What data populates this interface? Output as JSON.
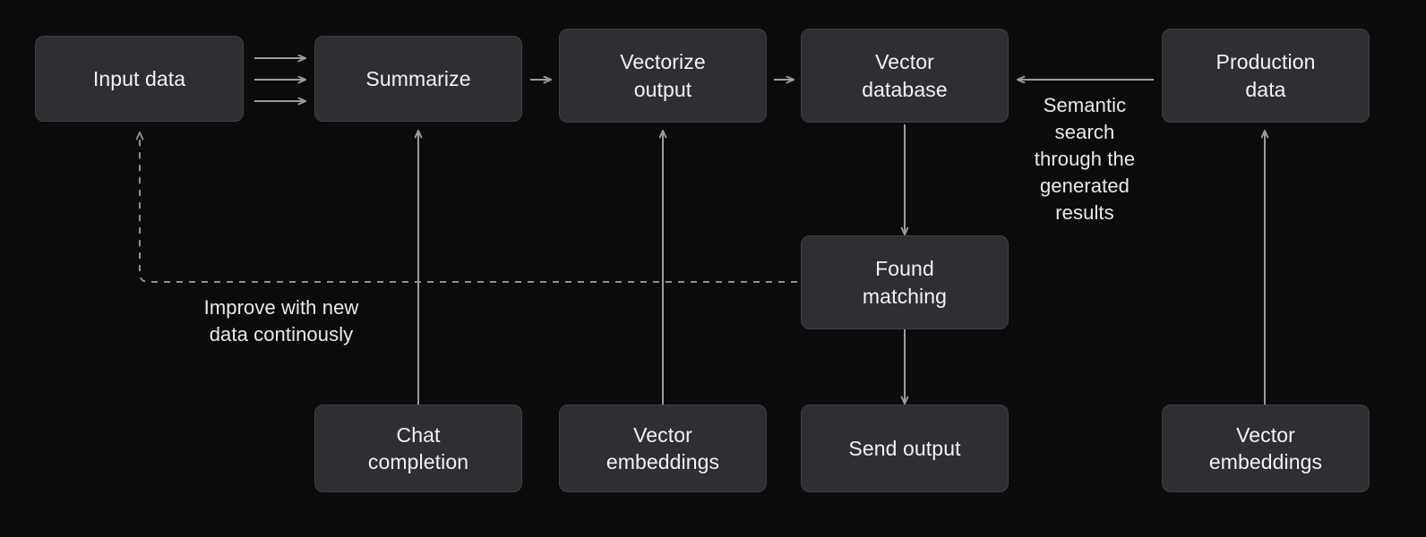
{
  "diagram": {
    "title": "RAG data pipeline flow",
    "background_color": "#0b0b0c",
    "node_fill_color": "#2d2f33",
    "node_border_color": "#3e4146",
    "node_text_color": "#f2f3f5",
    "connector_color": "#9a9ca0"
  },
  "nodes": {
    "input_data": "Input data",
    "summarize": "Summarize",
    "vectorize_output": "Vectorize\noutput",
    "vector_database": "Vector\ndatabase",
    "production_data": "Production\ndata",
    "found_matching": "Found\nmatching",
    "chat_completion": "Chat\ncompletion",
    "vector_embeddings_mid": "Vector\nembeddings",
    "send_output": "Send output",
    "vector_embeddings_right": "Vector\nembeddings"
  },
  "edge_labels": {
    "semantic_search": "Semantic\nsearch\nthrough the\ngenerated\nresults",
    "improve_loop": "Improve with new\ndata continously"
  },
  "connectors": [
    {
      "name": "input-to-summarize-1",
      "from": "input_data",
      "to": "summarize",
      "style": "solid",
      "direction": "right"
    },
    {
      "name": "input-to-summarize-2",
      "from": "input_data",
      "to": "summarize",
      "style": "solid",
      "direction": "right"
    },
    {
      "name": "input-to-summarize-3",
      "from": "input_data",
      "to": "summarize",
      "style": "solid",
      "direction": "right"
    },
    {
      "name": "summarize-to-vectorize",
      "from": "summarize",
      "to": "vectorize_output",
      "style": "solid",
      "direction": "right"
    },
    {
      "name": "vectorize-to-vectordb",
      "from": "vectorize_output",
      "to": "vector_database",
      "style": "solid",
      "direction": "right"
    },
    {
      "name": "production-to-vectordb",
      "from": "production_data",
      "to": "vector_database",
      "style": "solid",
      "direction": "left",
      "label": "semantic_search"
    },
    {
      "name": "chat-completion-to-summarize",
      "from": "chat_completion",
      "to": "summarize",
      "style": "solid",
      "direction": "up"
    },
    {
      "name": "vector-embeddings-to-vectorize",
      "from": "vector_embeddings_mid",
      "to": "vectorize_output",
      "style": "solid",
      "direction": "up"
    },
    {
      "name": "vectordb-to-found-matching",
      "from": "vector_database",
      "to": "found_matching",
      "style": "solid",
      "direction": "down"
    },
    {
      "name": "found-matching-to-send-output",
      "from": "found_matching",
      "to": "send_output",
      "style": "solid",
      "direction": "down"
    },
    {
      "name": "vector-embeddings-to-production",
      "from": "vector_embeddings_right",
      "to": "production_data",
      "style": "solid",
      "direction": "up"
    },
    {
      "name": "found-matching-to-input-feedback",
      "from": "found_matching",
      "to": "input_data",
      "style": "dashed",
      "direction": "up",
      "label": "improve_loop"
    }
  ]
}
